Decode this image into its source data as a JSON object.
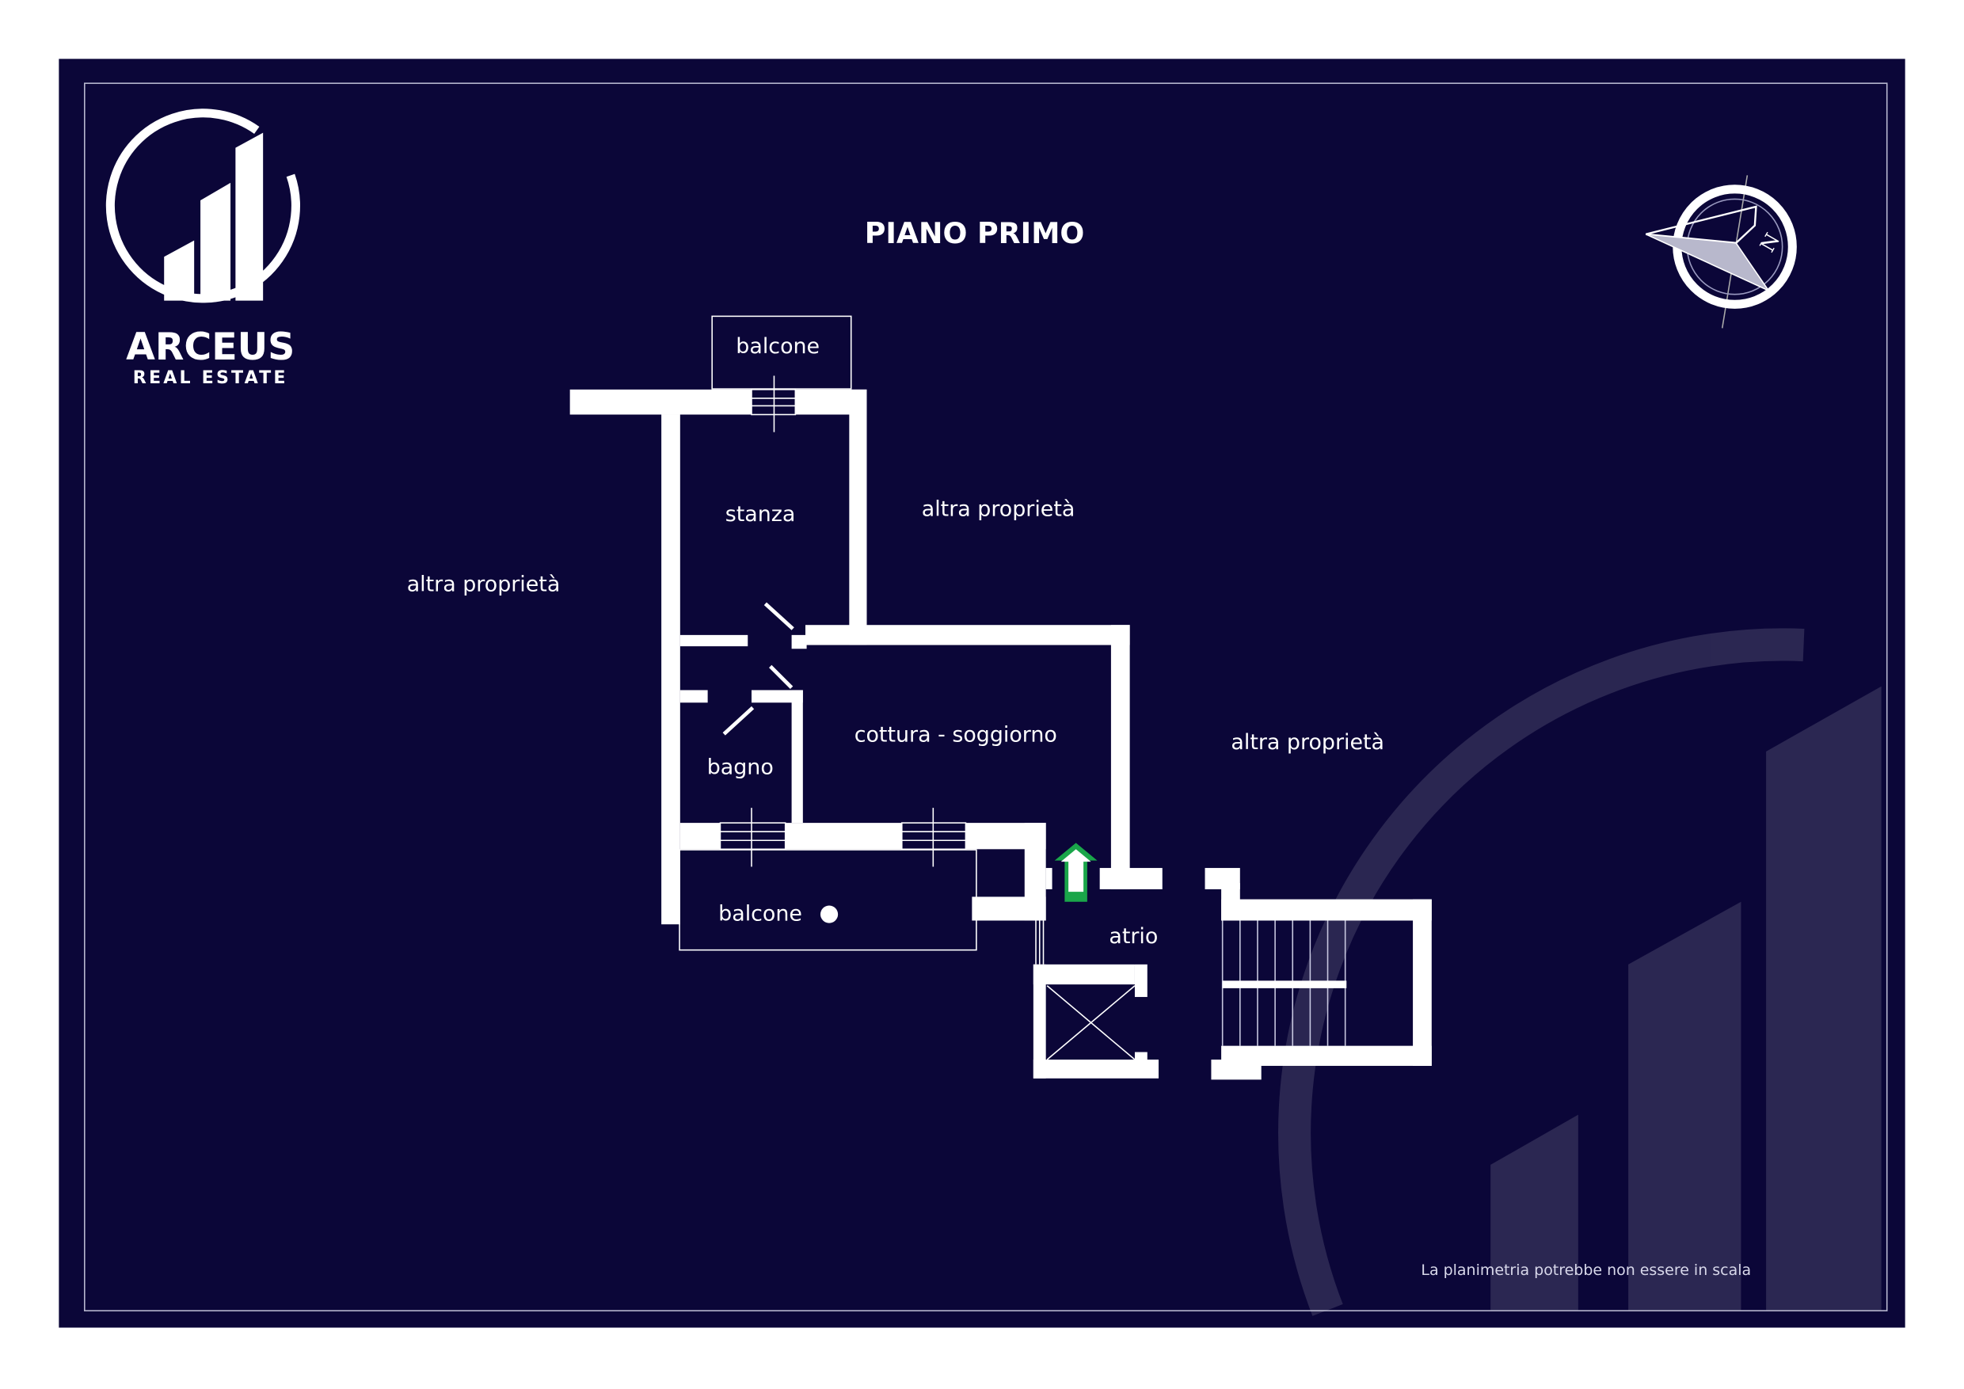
{
  "title": "PIANO PRIMO",
  "brand": {
    "name": "ARCEUS",
    "tagline": "REAL ESTATE"
  },
  "rooms": {
    "balcone_top": "balcone",
    "stanza": "stanza",
    "bagno": "bagno",
    "cottura": "cottura - soggiorno",
    "balcone_bottom": "balcone",
    "atrio": "atrio"
  },
  "neighbors": {
    "left": "altra proprietà",
    "top_right": "altra proprietà",
    "right": "altra proprietà"
  },
  "compass": {
    "label": "N"
  },
  "disclaimer": "La planimetria potrebbe non essere in scala",
  "colors": {
    "background": "#0b0638",
    "wall": "#ffffff",
    "entrance_arrow": "#1aa64a"
  }
}
